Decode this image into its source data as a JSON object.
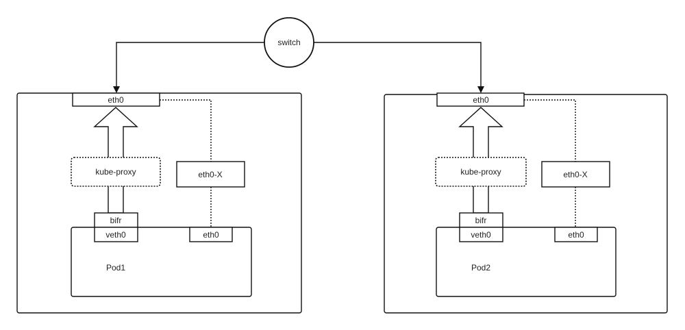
{
  "switch_label": "switch",
  "hosts": [
    {
      "eth0_label": "eth0",
      "kube_proxy_label": "kube-proxy",
      "eth0x_label": "eth0-X",
      "bridge_label": "bifr",
      "veth_label": "veth0",
      "pod_eth0_label": "eth0",
      "pod_label": "Pod1"
    },
    {
      "eth0_label": "eth0",
      "kube_proxy_label": "kube-proxy",
      "eth0x_label": "eth0-X",
      "bridge_label": "bifr",
      "veth_label": "veth0",
      "pod_eth0_label": "eth0",
      "pod_label": "Pod2"
    }
  ]
}
